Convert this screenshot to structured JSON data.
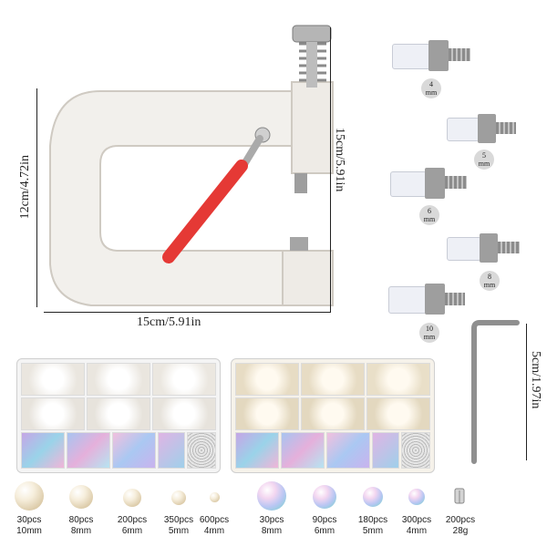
{
  "dimensions": {
    "height": "12cm/4.72in",
    "width": "15cm/5.91in",
    "depth": "15cm/5.91in",
    "wrench": "5cm/1.97in"
  },
  "nozzles": [
    {
      "size": "4",
      "unit": "mm"
    },
    {
      "size": "5",
      "unit": "mm"
    },
    {
      "size": "6",
      "unit": "mm"
    },
    {
      "size": "8",
      "unit": "mm"
    },
    {
      "size": "10",
      "unit": "mm"
    }
  ],
  "pearls": [
    {
      "count": "30pcs",
      "size": "10mm",
      "style": "ivory"
    },
    {
      "count": "80pcs",
      "size": "8mm",
      "style": "ivory"
    },
    {
      "count": "200pcs",
      "size": "6mm",
      "style": "ivory"
    },
    {
      "count": "350pcs",
      "size": "5mm",
      "style": "ivory"
    },
    {
      "count": "600pcs",
      "size": "4mm",
      "style": "ivory"
    },
    {
      "count": "30pcs",
      "size": "8mm",
      "style": "rainbow"
    },
    {
      "count": "90pcs",
      "size": "6mm",
      "style": "rainbow"
    },
    {
      "count": "180pcs",
      "size": "5mm",
      "style": "rainbow"
    },
    {
      "count": "300pcs",
      "size": "4mm",
      "style": "rainbow"
    },
    {
      "count": "200pcs",
      "size": "28g",
      "style": "rivet"
    }
  ],
  "colors": {
    "machine": "#f2f0ec",
    "handle": "#e53935",
    "metal": "#9e9e9e"
  }
}
